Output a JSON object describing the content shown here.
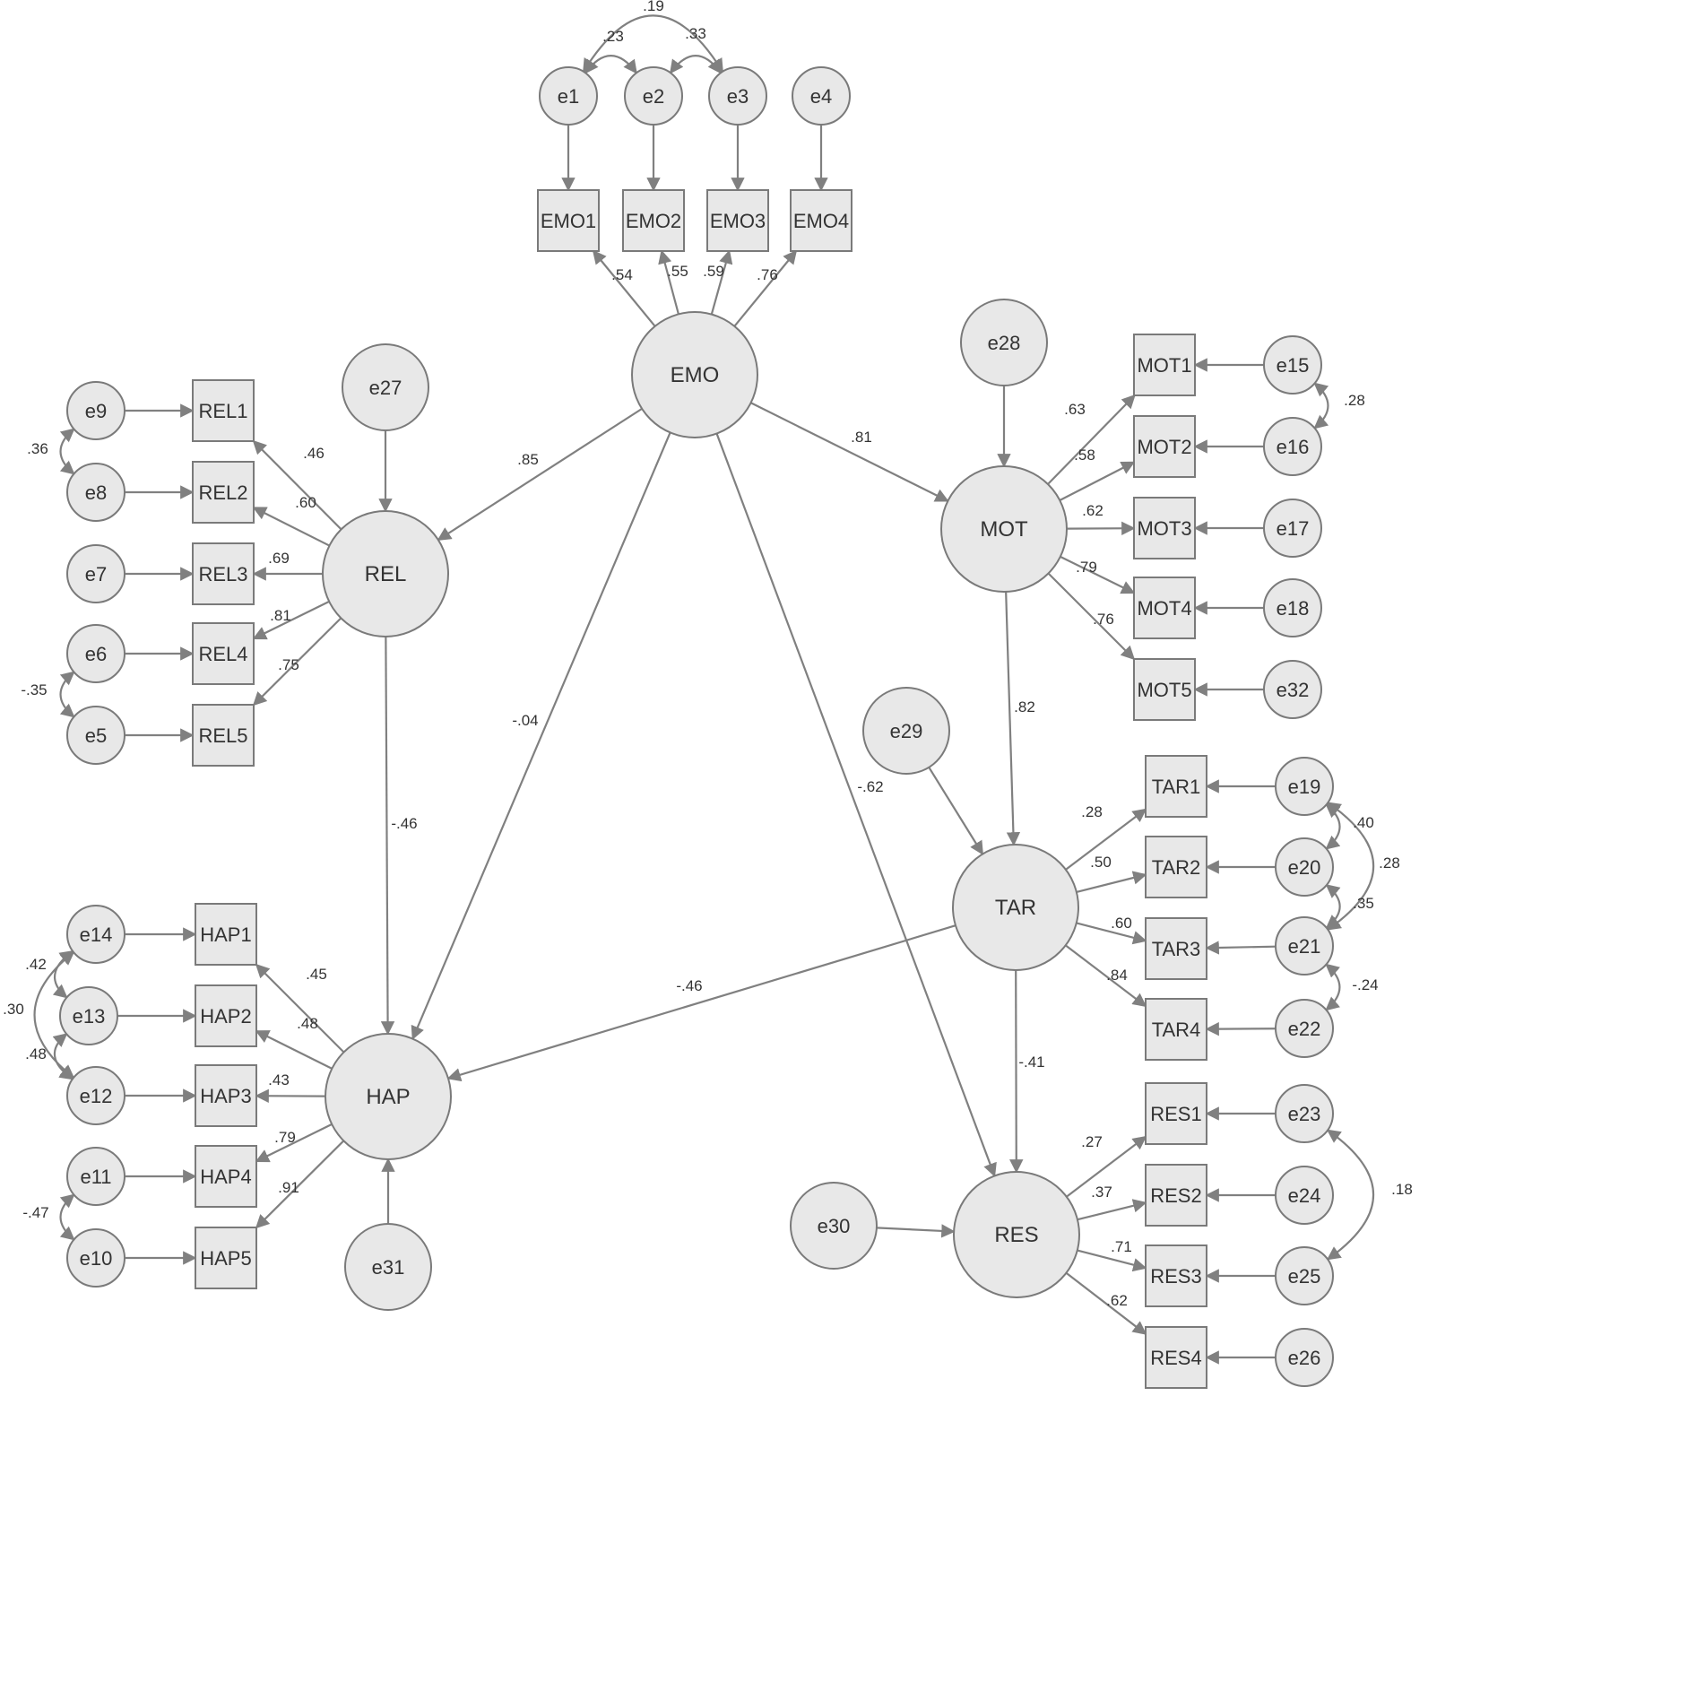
{
  "diagram": {
    "latents": [
      {
        "id": "EMO",
        "label": "EMO"
      },
      {
        "id": "REL",
        "label": "REL"
      },
      {
        "id": "MOT",
        "label": "MOT"
      },
      {
        "id": "TAR",
        "label": "TAR"
      },
      {
        "id": "HAP",
        "label": "HAP"
      },
      {
        "id": "RES",
        "label": "RES"
      }
    ],
    "indicators": [
      {
        "id": "EMO1",
        "label": "EMO1"
      },
      {
        "id": "EMO2",
        "label": "EMO2"
      },
      {
        "id": "EMO3",
        "label": "EMO3"
      },
      {
        "id": "EMO4",
        "label": "EMO4"
      },
      {
        "id": "REL1",
        "label": "REL1"
      },
      {
        "id": "REL2",
        "label": "REL2"
      },
      {
        "id": "REL3",
        "label": "REL3"
      },
      {
        "id": "REL4",
        "label": "REL4"
      },
      {
        "id": "REL5",
        "label": "REL5"
      },
      {
        "id": "HAP1",
        "label": "HAP1"
      },
      {
        "id": "HAP2",
        "label": "HAP2"
      },
      {
        "id": "HAP3",
        "label": "HAP3"
      },
      {
        "id": "HAP4",
        "label": "HAP4"
      },
      {
        "id": "HAP5",
        "label": "HAP5"
      },
      {
        "id": "MOT1",
        "label": "MOT1"
      },
      {
        "id": "MOT2",
        "label": "MOT2"
      },
      {
        "id": "MOT3",
        "label": "MOT3"
      },
      {
        "id": "MOT4",
        "label": "MOT4"
      },
      {
        "id": "MOT5",
        "label": "MOT5"
      },
      {
        "id": "TAR1",
        "label": "TAR1"
      },
      {
        "id": "TAR2",
        "label": "TAR2"
      },
      {
        "id": "TAR3",
        "label": "TAR3"
      },
      {
        "id": "TAR4",
        "label": "TAR4"
      },
      {
        "id": "RES1",
        "label": "RES1"
      },
      {
        "id": "RES2",
        "label": "RES2"
      },
      {
        "id": "RES3",
        "label": "RES3"
      },
      {
        "id": "RES4",
        "label": "RES4"
      }
    ],
    "errors": [
      {
        "id": "e1",
        "label": "e1"
      },
      {
        "id": "e2",
        "label": "e2"
      },
      {
        "id": "e3",
        "label": "e3"
      },
      {
        "id": "e4",
        "label": "e4"
      },
      {
        "id": "e5",
        "label": "e5"
      },
      {
        "id": "e6",
        "label": "e6"
      },
      {
        "id": "e7",
        "label": "e7"
      },
      {
        "id": "e8",
        "label": "e8"
      },
      {
        "id": "e9",
        "label": "e9"
      },
      {
        "id": "e10",
        "label": "e10"
      },
      {
        "id": "e11",
        "label": "e11"
      },
      {
        "id": "e12",
        "label": "e12"
      },
      {
        "id": "e13",
        "label": "e13"
      },
      {
        "id": "e14",
        "label": "e14"
      },
      {
        "id": "e15",
        "label": "e15"
      },
      {
        "id": "e16",
        "label": "e16"
      },
      {
        "id": "e17",
        "label": "e17"
      },
      {
        "id": "e18",
        "label": "e18"
      },
      {
        "id": "e32",
        "label": "e32"
      },
      {
        "id": "e19",
        "label": "e19"
      },
      {
        "id": "e20",
        "label": "e20"
      },
      {
        "id": "e21",
        "label": "e21"
      },
      {
        "id": "e22",
        "label": "e22"
      },
      {
        "id": "e23",
        "label": "e23"
      },
      {
        "id": "e24",
        "label": "e24"
      },
      {
        "id": "e25",
        "label": "e25"
      },
      {
        "id": "e26",
        "label": "e26"
      },
      {
        "id": "e27",
        "label": "e27"
      },
      {
        "id": "e28",
        "label": "e28"
      },
      {
        "id": "e29",
        "label": "e29"
      },
      {
        "id": "e30",
        "label": "e30"
      },
      {
        "id": "e31",
        "label": "e31"
      }
    ],
    "paths": [
      {
        "from": "e1",
        "to": "EMO1",
        "coef": ""
      },
      {
        "from": "e2",
        "to": "EMO2",
        "coef": ""
      },
      {
        "from": "e3",
        "to": "EMO3",
        "coef": ""
      },
      {
        "from": "e4",
        "to": "EMO4",
        "coef": ""
      },
      {
        "from": "EMO",
        "to": "EMO1",
        "coef": ".54"
      },
      {
        "from": "EMO",
        "to": "EMO2",
        "coef": ".55"
      },
      {
        "from": "EMO",
        "to": "EMO3",
        "coef": ".59"
      },
      {
        "from": "EMO",
        "to": "EMO4",
        "coef": ".76"
      },
      {
        "from": "EMO",
        "to": "REL",
        "coef": ".85"
      },
      {
        "from": "EMO",
        "to": "MOT",
        "coef": ".81"
      },
      {
        "from": "EMO",
        "to": "HAP",
        "coef": "-.04"
      },
      {
        "from": "EMO",
        "to": "RES",
        "coef": "-.62"
      },
      {
        "from": "e9",
        "to": "REL1",
        "coef": ""
      },
      {
        "from": "e8",
        "to": "REL2",
        "coef": ""
      },
      {
        "from": "e7",
        "to": "REL3",
        "coef": ""
      },
      {
        "from": "e6",
        "to": "REL4",
        "coef": ""
      },
      {
        "from": "e5",
        "to": "REL5",
        "coef": ""
      },
      {
        "from": "REL",
        "to": "REL1",
        "coef": ".46"
      },
      {
        "from": "REL",
        "to": "REL2",
        "coef": ".60"
      },
      {
        "from": "REL",
        "to": "REL3",
        "coef": ".69"
      },
      {
        "from": "REL",
        "to": "REL4",
        "coef": ".81"
      },
      {
        "from": "REL",
        "to": "REL5",
        "coef": ".75"
      },
      {
        "from": "e27",
        "to": "REL",
        "coef": ""
      },
      {
        "from": "REL",
        "to": "HAP",
        "coef": "-.46"
      },
      {
        "from": "e14",
        "to": "HAP1",
        "coef": ""
      },
      {
        "from": "e13",
        "to": "HAP2",
        "coef": ""
      },
      {
        "from": "e12",
        "to": "HAP3",
        "coef": ""
      },
      {
        "from": "e11",
        "to": "HAP4",
        "coef": ""
      },
      {
        "from": "e10",
        "to": "HAP5",
        "coef": ""
      },
      {
        "from": "HAP",
        "to": "HAP1",
        "coef": ".45"
      },
      {
        "from": "HAP",
        "to": "HAP2",
        "coef": ".48"
      },
      {
        "from": "HAP",
        "to": "HAP3",
        "coef": ".43"
      },
      {
        "from": "HAP",
        "to": "HAP4",
        "coef": ".79"
      },
      {
        "from": "HAP",
        "to": "HAP5",
        "coef": ".91"
      },
      {
        "from": "e31",
        "to": "HAP",
        "coef": ""
      },
      {
        "from": "e28",
        "to": "MOT",
        "coef": ""
      },
      {
        "from": "e15",
        "to": "MOT1",
        "coef": ""
      },
      {
        "from": "e16",
        "to": "MOT2",
        "coef": ""
      },
      {
        "from": "e17",
        "to": "MOT3",
        "coef": ""
      },
      {
        "from": "e18",
        "to": "MOT4",
        "coef": ""
      },
      {
        "from": "e32",
        "to": "MOT5",
        "coef": ""
      },
      {
        "from": "MOT",
        "to": "MOT1",
        "coef": ".63"
      },
      {
        "from": "MOT",
        "to": "MOT2",
        "coef": ".58"
      },
      {
        "from": "MOT",
        "to": "MOT3",
        "coef": ".62"
      },
      {
        "from": "MOT",
        "to": "MOT4",
        "coef": ".79"
      },
      {
        "from": "MOT",
        "to": "MOT5",
        "coef": ".76"
      },
      {
        "from": "MOT",
        "to": "TAR",
        "coef": ".82"
      },
      {
        "from": "e29",
        "to": "TAR",
        "coef": ""
      },
      {
        "from": "e19",
        "to": "TAR1",
        "coef": ""
      },
      {
        "from": "e20",
        "to": "TAR2",
        "coef": ""
      },
      {
        "from": "e21",
        "to": "TAR3",
        "coef": ""
      },
      {
        "from": "e22",
        "to": "TAR4",
        "coef": ""
      },
      {
        "from": "TAR",
        "to": "TAR1",
        "coef": ".28"
      },
      {
        "from": "TAR",
        "to": "TAR2",
        "coef": ".50"
      },
      {
        "from": "TAR",
        "to": "TAR3",
        "coef": ".60"
      },
      {
        "from": "TAR",
        "to": "TAR4",
        "coef": ".84"
      },
      {
        "from": "TAR",
        "to": "HAP",
        "coef": "-.46"
      },
      {
        "from": "TAR",
        "to": "RES",
        "coef": "-.41"
      },
      {
        "from": "e30",
        "to": "RES",
        "coef": ""
      },
      {
        "from": "e23",
        "to": "RES1",
        "coef": ""
      },
      {
        "from": "e24",
        "to": "RES2",
        "coef": ""
      },
      {
        "from": "e25",
        "to": "RES3",
        "coef": ""
      },
      {
        "from": "e26",
        "to": "RES4",
        "coef": ""
      },
      {
        "from": "RES",
        "to": "RES1",
        "coef": ".27"
      },
      {
        "from": "RES",
        "to": "RES2",
        "coef": ".37"
      },
      {
        "from": "RES",
        "to": "RES3",
        "coef": ".71"
      },
      {
        "from": "RES",
        "to": "RES4",
        "coef": ".62"
      }
    ],
    "covariances": [
      {
        "a": "e1",
        "b": "e2",
        "coef": ".23"
      },
      {
        "a": "e2",
        "b": "e3",
        "coef": ".33"
      },
      {
        "a": "e1",
        "b": "e3",
        "coef": ".19"
      },
      {
        "a": "e9",
        "b": "e8",
        "coef": ".36"
      },
      {
        "a": "e6",
        "b": "e5",
        "coef": "-.35"
      },
      {
        "a": "e14",
        "b": "e13",
        "coef": ".42"
      },
      {
        "a": "e13",
        "b": "e12",
        "coef": ".48"
      },
      {
        "a": "e14",
        "b": "e12",
        "coef": ".30"
      },
      {
        "a": "e11",
        "b": "e10",
        "coef": "-.47"
      },
      {
        "a": "e15",
        "b": "e16",
        "coef": ".28"
      },
      {
        "a": "e19",
        "b": "e20",
        "coef": ".40"
      },
      {
        "a": "e19",
        "b": "e21",
        "coef": ".28"
      },
      {
        "a": "e20",
        "b": "e21",
        "coef": ".35"
      },
      {
        "a": "e21",
        "b": "e22",
        "coef": "-.24"
      },
      {
        "a": "e23",
        "b": "e25",
        "coef": ".18"
      }
    ]
  }
}
